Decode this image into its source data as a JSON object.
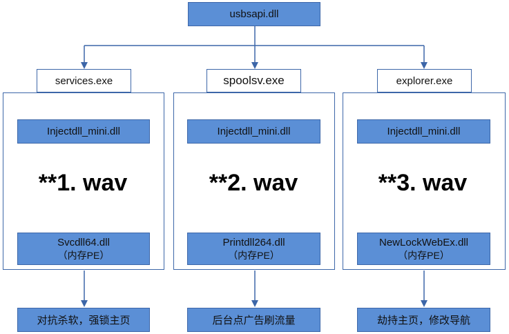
{
  "top_node": {
    "label": "usbsapi.dll"
  },
  "columns": [
    {
      "process": "services.exe",
      "inject": "Injectdll_mini.dll",
      "wav": "**1. wav",
      "payload": "Svcdll64.dll",
      "payload_note": "（内存PE）",
      "effect": "对抗杀软，强锁主页"
    },
    {
      "process": "spoolsv.exe",
      "inject": "Injectdll_mini.dll",
      "wav": "**2. wav",
      "payload": "Printdll264.dll",
      "payload_note": "（内存PE）",
      "effect": "后台点广告刷流量"
    },
    {
      "process": "explorer.exe",
      "inject": "Injectdll_mini.dll",
      "wav": "**3. wav",
      "payload": "NewLockWebEx.dll",
      "payload_note": "（内存PE）",
      "effect": "劫持主页，修改导航"
    }
  ],
  "colors": {
    "box_fill": "#5b8fd6",
    "line": "#3c66a8"
  }
}
